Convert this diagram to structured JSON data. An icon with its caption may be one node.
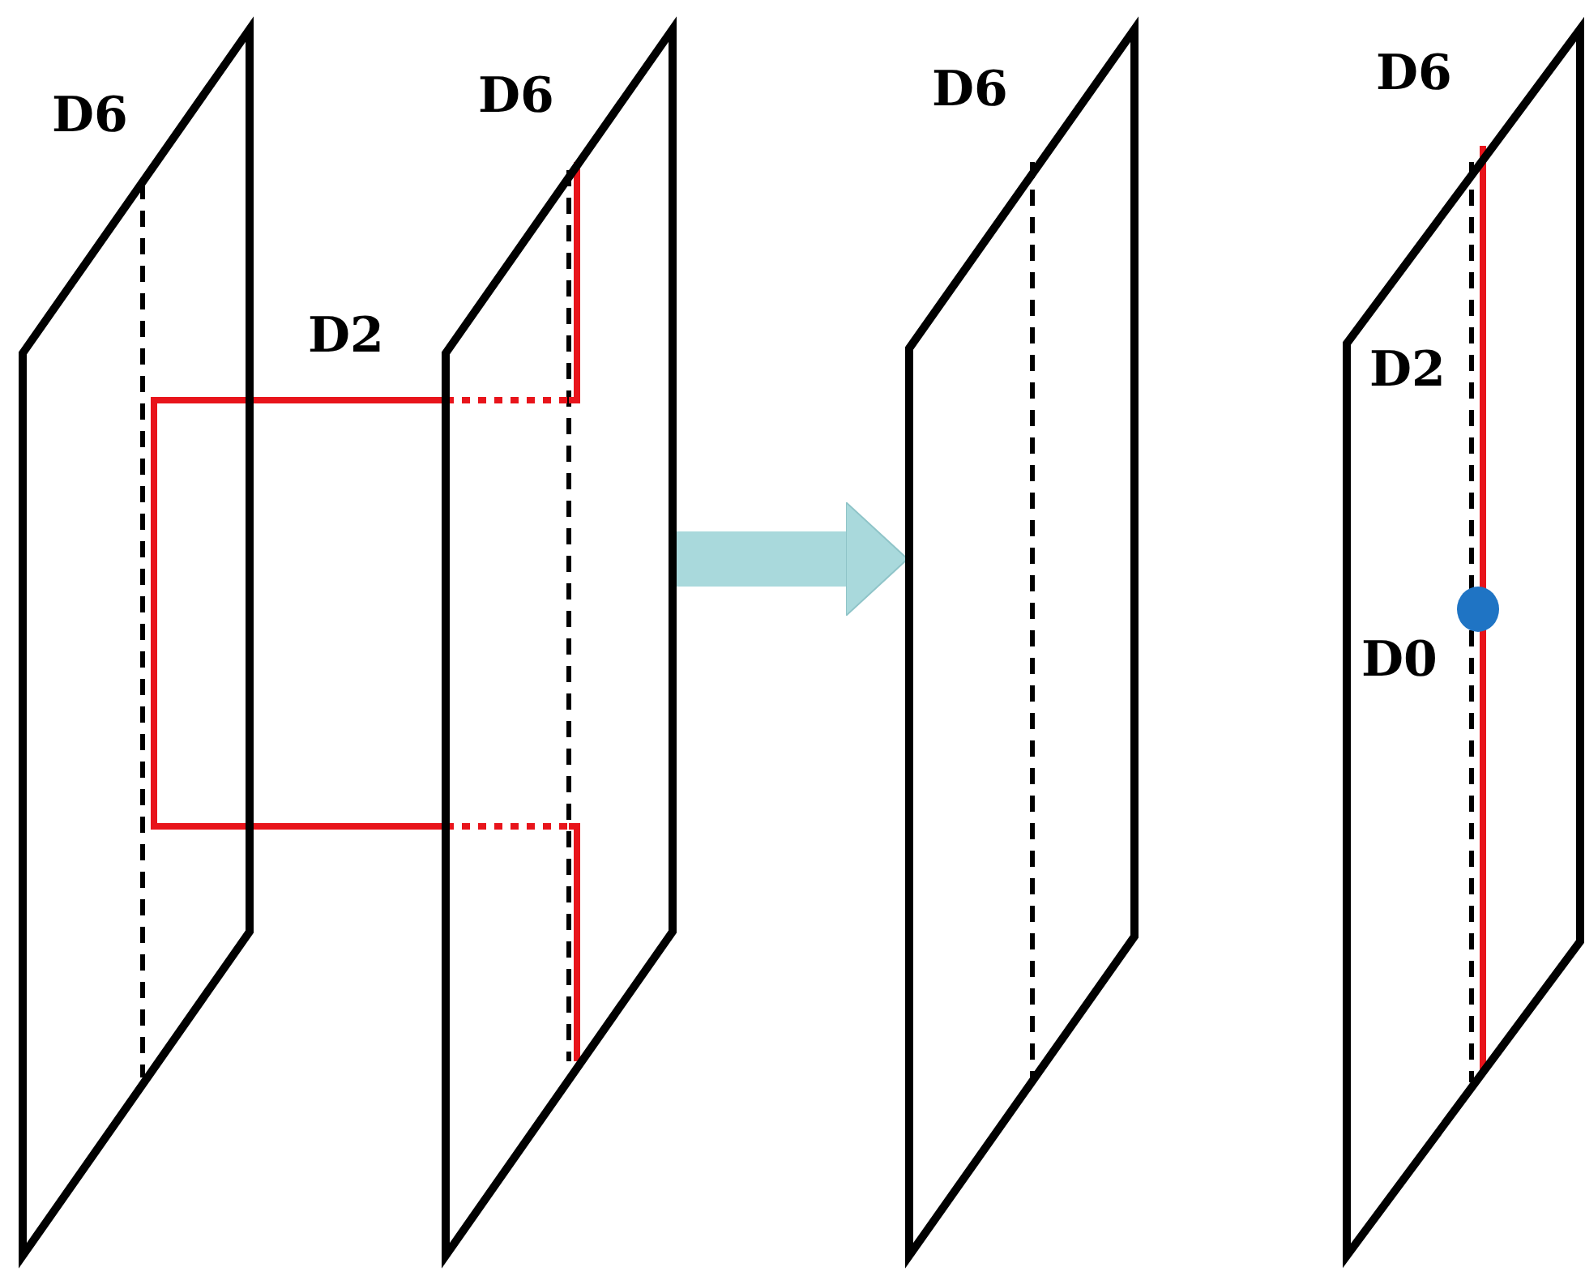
{
  "diagram": {
    "nodes": [
      {
        "text": [
          "D6"
        ]
      },
      {
        "text": [
          "D6"
        ]
      },
      {
        "text": [
          "D6"
        ]
      },
      {
        "text": [
          "D6"
        ]
      }
    ],
    "edges": [
      {
        "from": 1,
        "to": 2,
        "arrow": "to"
      }
    ],
    "labels": [
      "D2",
      "D2",
      "D0"
    ]
  }
}
